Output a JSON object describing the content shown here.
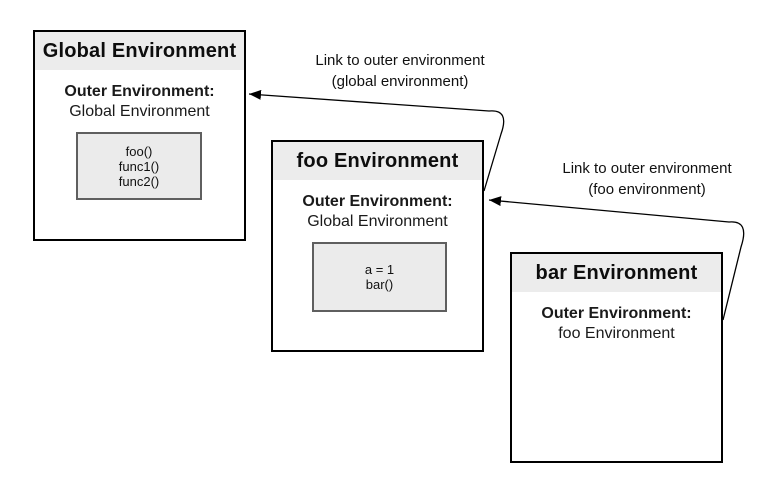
{
  "colors": {
    "background": "#ffffff",
    "box_border": "#000000",
    "header_bg": "#ececec",
    "record_bg": "#ebebeb",
    "record_border": "#5f5f5f",
    "arrow": "#000000"
  },
  "boxes": [
    {
      "id": "global-environment",
      "title": "Global Environment",
      "outer_label": "Outer Environment:",
      "outer_value": "Global Environment",
      "items": [
        "foo()",
        "func1()",
        "func2()"
      ]
    },
    {
      "id": "foo-environment",
      "title": "foo Environment",
      "outer_label": "Outer Environment:",
      "outer_value": "Global Environment",
      "items": [
        "a = 1",
        "bar()"
      ]
    },
    {
      "id": "bar-environment",
      "title": "bar Environment",
      "outer_label": "Outer Environment:",
      "outer_value": "foo Environment",
      "items": []
    }
  ],
  "links": [
    {
      "line1": "Link to outer environment",
      "line2": "(global environment)"
    },
    {
      "line1": "Link to outer environment",
      "line2": "(foo environment)"
    }
  ]
}
